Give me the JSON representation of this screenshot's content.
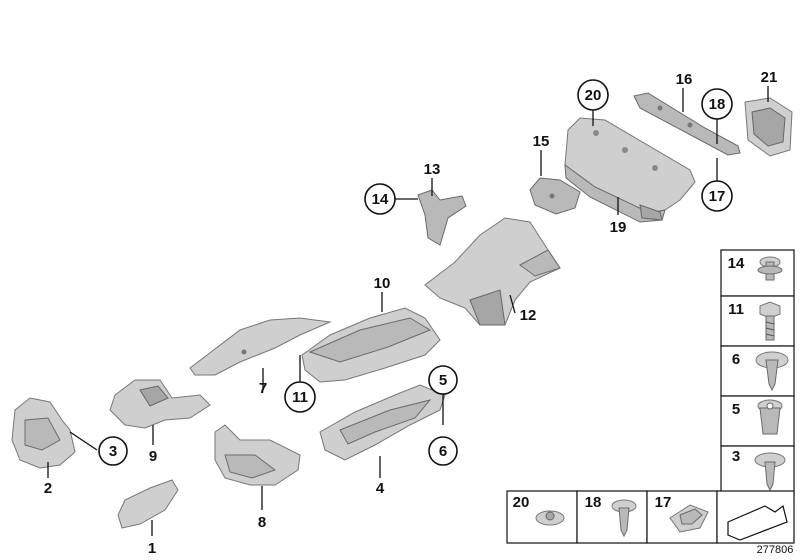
{
  "callouts": {
    "c1": "1",
    "c2": "2",
    "c3": "3",
    "c4": "4",
    "c5": "5",
    "c6": "6",
    "c7": "7",
    "c8": "8",
    "c9": "9",
    "c10": "10",
    "c11": "11",
    "c12": "12",
    "c13": "13",
    "c14": "14",
    "c15": "15",
    "c16": "16",
    "c17": "17",
    "c18": "18",
    "c19": "19",
    "c20": "20",
    "c21": "21"
  },
  "legend_side": [
    "14",
    "11",
    "6",
    "5",
    "3"
  ],
  "legend_bottom": [
    "20",
    "18",
    "17"
  ],
  "reference_number": "277806"
}
